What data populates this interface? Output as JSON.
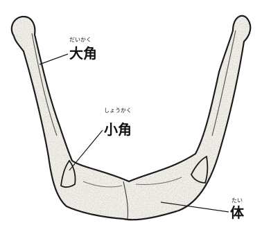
{
  "diagram": {
    "labels": {
      "greater_horn": {
        "text": "大角",
        "ruby": "だいかく"
      },
      "lesser_horn": {
        "text": "小角",
        "ruby": "しょうかく"
      },
      "body": {
        "text": "体",
        "ruby": "たい"
      }
    },
    "colors": {
      "bone_fill": "#f1efe8",
      "outline": "#1a1a1a",
      "stipple": "#3a3a3a",
      "text": "#111111"
    }
  }
}
